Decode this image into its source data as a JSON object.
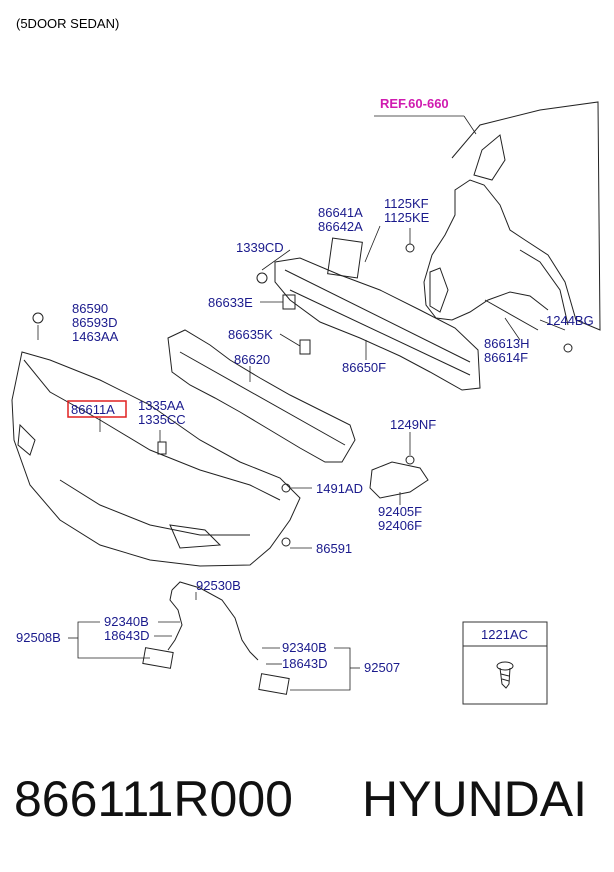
{
  "header": {
    "variant": "(5DOOR SEDAN)"
  },
  "reference": "REF.60-660",
  "labels": {
    "l1125KF": "1125KF",
    "l1125KE": "1125KE",
    "l86641A": "86641A",
    "l86642A": "86642A",
    "l1339CD": "1339CD",
    "l86590": "86590",
    "l86593D": "86593D",
    "l1463AA": "1463AA",
    "l86633E": "86633E",
    "l86635K": "86635K",
    "l1244BG": "1244BG",
    "l86613H": "86613H",
    "l86614F": "86614F",
    "l86620": "86620",
    "l86650F": "86650F",
    "l86611A": "86611A",
    "l1335AA": "1335AA",
    "l1335CC": "1335CC",
    "l1249NF": "1249NF",
    "l1491AD": "1491AD",
    "l92405F": "92405F",
    "l92406F": "92406F",
    "l86591": "86591",
    "l92530B": "92530B",
    "l92340B_a": "92340B",
    "l18643D_a": "18643D",
    "l92508B": "92508B",
    "l92340B_b": "92340B",
    "l18643D_b": "18643D",
    "l92507": "92507",
    "l1221AC": "1221AC"
  },
  "colors": {
    "label": "#1a1a8c",
    "reference": "#d01bb0",
    "highlight_box": "#e02020"
  },
  "footer": {
    "part_number": "866111R000",
    "brand": "HYUNDAI"
  }
}
